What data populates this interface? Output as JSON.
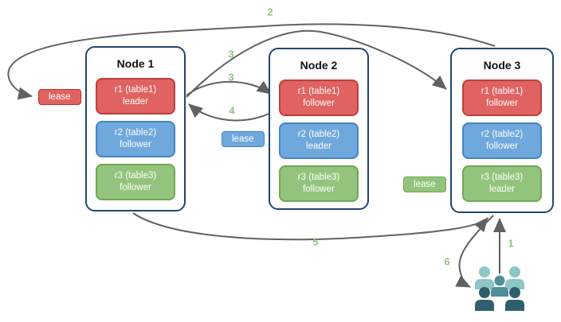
{
  "diagram": {
    "nodes": [
      {
        "title": "Node 1",
        "replicas": [
          {
            "name": "r1 (table1)",
            "role": "leader",
            "color": "red"
          },
          {
            "name": "r2 (table2)",
            "role": "follower",
            "color": "blue"
          },
          {
            "name": "r3 (table3)",
            "role": "follower",
            "color": "green"
          }
        ]
      },
      {
        "title": "Node 2",
        "replicas": [
          {
            "name": "r1 (table1)",
            "role": "follower",
            "color": "red"
          },
          {
            "name": "r2 (table2)",
            "role": "leader",
            "color": "blue"
          },
          {
            "name": "r3 (table3)",
            "role": "follower",
            "color": "green"
          }
        ]
      },
      {
        "title": "Node 3",
        "replicas": [
          {
            "name": "r1 (table1)",
            "role": "follower",
            "color": "red"
          },
          {
            "name": "r2 (table2)",
            "role": "follower",
            "color": "blue"
          },
          {
            "name": "r3 (table3)",
            "role": "leader",
            "color": "green"
          }
        ]
      }
    ],
    "leases": [
      {
        "label": "lease",
        "color": "red"
      },
      {
        "label": "lease",
        "color": "blue"
      },
      {
        "label": "lease",
        "color": "green"
      }
    ],
    "arrow_labels": [
      {
        "label": "1"
      },
      {
        "label": "2"
      },
      {
        "label": "3"
      },
      {
        "label": "3"
      },
      {
        "label": "4"
      },
      {
        "label": "5"
      },
      {
        "label": "6"
      }
    ],
    "icons": {
      "users": "users-group-icon"
    },
    "colors": {
      "replica_red_fill": "#e06361",
      "replica_red_border": "#b8413e",
      "replica_blue_fill": "#6fa8dc",
      "replica_blue_border": "#4484c4",
      "replica_green_fill": "#93c47d",
      "replica_green_border": "#70a752",
      "node_border": "#23456e",
      "arrow": "#616161",
      "label_green": "#93c47d",
      "users_light": "#8ec6c6",
      "users_mid": "#4f9097",
      "users_dark": "#2f5f6d"
    }
  }
}
